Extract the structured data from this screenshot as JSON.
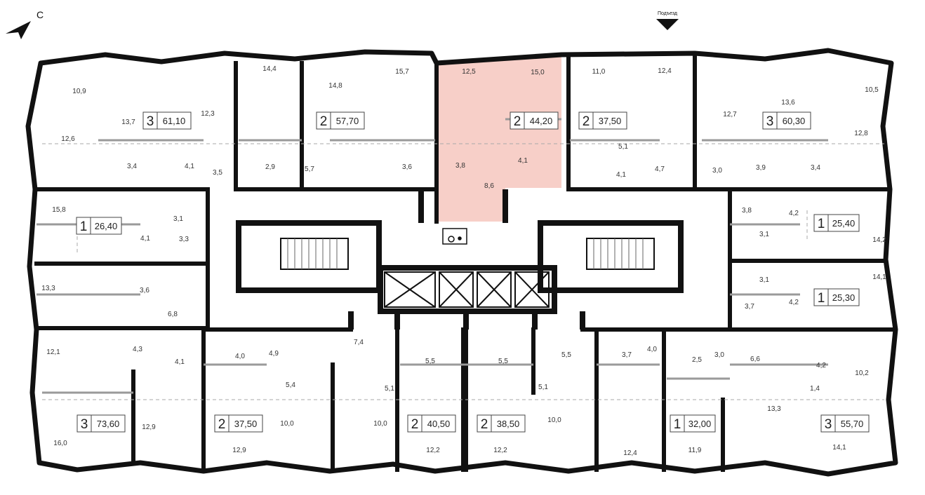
{
  "header": {
    "north_letter": "С",
    "entrance_label": "Подъезд"
  },
  "colors": {
    "wall": "#111111",
    "partition": "#9a9a9a",
    "highlight": "#f7cfc8",
    "background": "#ffffff"
  },
  "icons": [
    "north-arrow-icon",
    "entrance-arrow-icon",
    "wheelchair-icon"
  ],
  "highlighted_apartment": {
    "rooms": "2",
    "area": "44,20"
  },
  "apartments": [
    {
      "rooms": "3",
      "area": "61,10"
    },
    {
      "rooms": "2",
      "area": "57,70"
    },
    {
      "rooms": "2",
      "area": "44,20"
    },
    {
      "rooms": "2",
      "area": "37,50"
    },
    {
      "rooms": "3",
      "area": "60,30"
    },
    {
      "rooms": "1",
      "area": "26,40"
    },
    {
      "rooms": "1",
      "area": "25,40"
    },
    {
      "rooms": "1",
      "area": "25,30"
    },
    {
      "rooms": "3",
      "area": "73,60"
    },
    {
      "rooms": "2",
      "area": "37,50"
    },
    {
      "rooms": "2",
      "area": "40,50"
    },
    {
      "rooms": "2",
      "area": "38,50"
    },
    {
      "rooms": "1",
      "area": "32,00"
    },
    {
      "rooms": "3",
      "area": "55,70"
    }
  ],
  "room_labels": [
    "10,9",
    "13,7",
    "12,3",
    "14,4",
    "14,8",
    "15,7",
    "12,5",
    "15,0",
    "11,0",
    "12,4",
    "13,6",
    "10,5",
    "12,6",
    "3,4",
    "4,1",
    "3,5",
    "2,9",
    "5,7",
    "3,6",
    "3,8",
    "8,6",
    "4,1",
    "5,1",
    "4,7",
    "4,1",
    "3,0",
    "3,9",
    "3,4",
    "12,7",
    "12,8",
    "15,8",
    "3,1",
    "4,1",
    "3,3",
    "3,8",
    "4,2",
    "14,2",
    "3,1",
    "13,3",
    "3,6",
    "6,8",
    "3,1",
    "14,1",
    "3,7",
    "4,2",
    "12,1",
    "4,3",
    "4,1",
    "4,0",
    "4,9",
    "7,4",
    "5,5",
    "5,5",
    "5,5",
    "3,7",
    "4,0",
    "2,5",
    "3,0",
    "6,6",
    "4,2",
    "10,2",
    "5,4",
    "5,1",
    "5,1",
    "1,4",
    "13,3",
    "12,9",
    "10,0",
    "10,0",
    "10,0",
    "16,0",
    "12,9",
    "12,2",
    "12,2",
    "12,4",
    "11,9",
    "14,1"
  ]
}
